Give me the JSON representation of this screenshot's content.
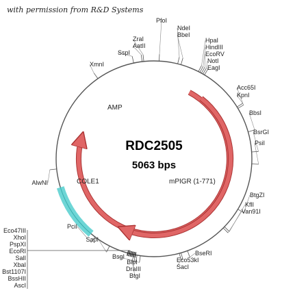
{
  "permission_note": "with permission from R&D Systems",
  "plasmid": {
    "name": "RDC2505",
    "size": "5063 bps"
  },
  "features": [
    {
      "name": "AMP",
      "color": "#e06666",
      "type": "arrow",
      "direction": "counterclockwise"
    },
    {
      "name": "COLE1",
      "color": "#66d4d4",
      "type": "block"
    },
    {
      "name": "mPIGR (1-771)",
      "color": "#e06666",
      "type": "arrow",
      "direction": "clockwise"
    }
  ],
  "sites": [
    "PfoI",
    "NdeI",
    "BbeI",
    "ZraI",
    "AatII",
    "SspI",
    "HpaI",
    "HindIII",
    "EcoRV",
    "NotI",
    "EagI",
    "XmnI",
    "Acc65I",
    "KpnI",
    "BbsI",
    "BsrGI",
    "PsiI",
    "BtgZI",
    "KflI",
    "Van91I",
    "BseRI",
    "Eco53kI",
    "SacI",
    "BsgI",
    "BlpI",
    "DraIII",
    "BtgI",
    "SapI",
    "PciI",
    "AlwNI"
  ],
  "mcs_sites": [
    "Eco47III",
    "XhoI",
    "PspXI",
    "EcoRI",
    "SalI",
    "XbaI",
    "Bst1107I",
    "BssHII",
    "AscI"
  ]
}
